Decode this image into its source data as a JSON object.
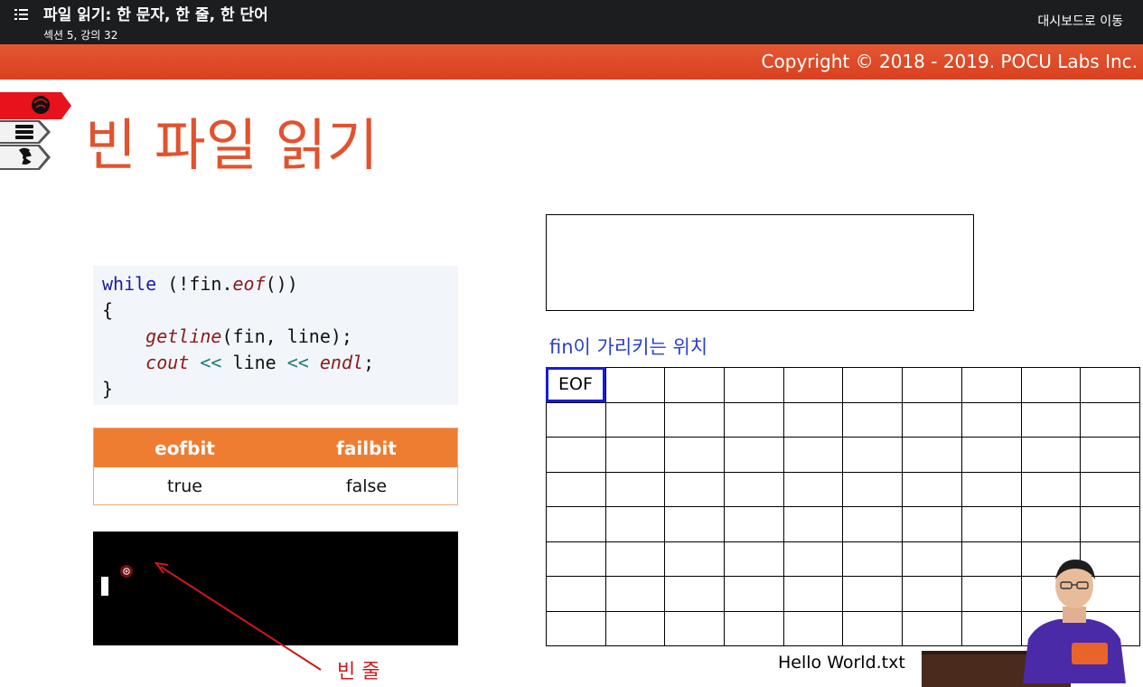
{
  "header": {
    "lecture_title": "파일 읽기: 한 문자, 한 줄, 한 단어",
    "lecture_subtitle": "섹션 5, 강의 32",
    "dashboard_link": "대시보드로 이동"
  },
  "banner": {
    "copyright": "Copyright © 2018 - 2019. POCU Labs Inc."
  },
  "slide": {
    "title": "빈 파일 읽기",
    "code": {
      "line1_kw": "while",
      "line1_a": " (!fin.",
      "line1_fn": "eof",
      "line1_b": "())",
      "line2": "{",
      "line3_fn": "getline",
      "line3_rest": "(fin, line);",
      "line4_fn1": "cout",
      "line4_op1": "<<",
      "line4_mid": "line",
      "line4_op2": "<<",
      "line4_fn2": "endl",
      "line4_end": ";",
      "line5": "}"
    },
    "flags": {
      "headers": [
        "eofbit",
        "failbit"
      ],
      "values": [
        "true",
        "false"
      ]
    },
    "console_annotation": "빈 줄",
    "position_label": "fin이 가리키는 위치",
    "eof_marker": "EOF",
    "file_name": "Hello World.txt"
  },
  "colors": {
    "accent": "#e1532e",
    "table_header": "#ee7d32",
    "pointer_blue": "#1a1adb",
    "annotation_red": "#d01818"
  },
  "icons": {
    "menu": "list-icon",
    "side_tabs": [
      "brain-icon",
      "books-icon",
      "radiation-icon"
    ]
  }
}
